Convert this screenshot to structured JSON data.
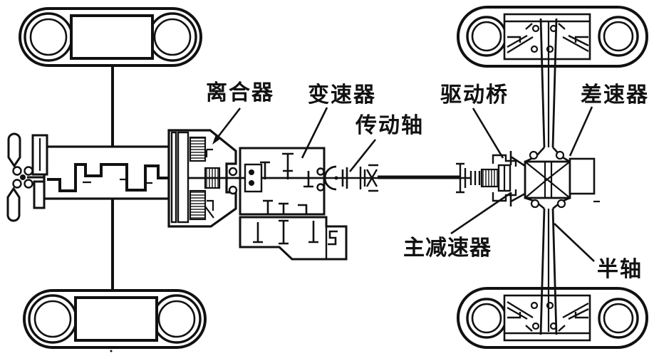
{
  "diagram": {
    "type": "vehicle-drivetrain-cutaway-layout",
    "colors": {
      "ink": "#111111",
      "background": "#ffffff"
    },
    "labels": [
      {
        "id": "clutch",
        "text": "离合器"
      },
      {
        "id": "transmission",
        "text": "变速器"
      },
      {
        "id": "drive-shaft",
        "text": "传动轴"
      },
      {
        "id": "drive-axle",
        "text": "驱动桥"
      },
      {
        "id": "differential",
        "text": "差速器"
      },
      {
        "id": "final-drive",
        "text": "主减速器"
      },
      {
        "id": "half-shaft",
        "text": "半轴"
      }
    ]
  }
}
